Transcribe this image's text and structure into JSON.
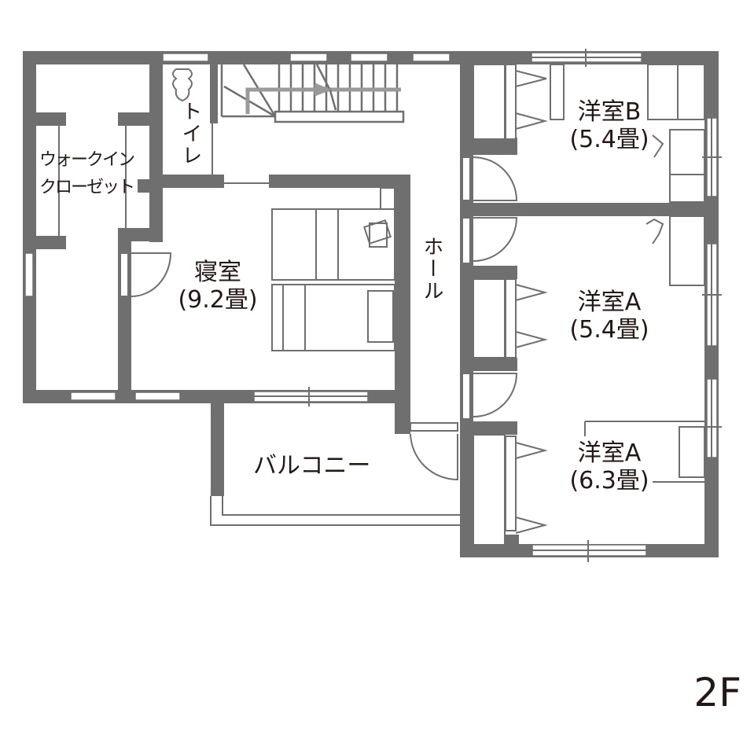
{
  "floor_label": "2F",
  "colors": {
    "wall": "#6f6f6f",
    "text": "#231815",
    "background": "#ffffff"
  },
  "rooms": {
    "walk_in_closet": {
      "line1": "ウォークイン",
      "line2": "クローゼット"
    },
    "toilet": {
      "name": "トイレ"
    },
    "bedroom": {
      "name": "寝室",
      "size": "(9.2畳)"
    },
    "hall": {
      "name": "ホール"
    },
    "western_room_b": {
      "name": "洋室B",
      "size": "(5.4畳)"
    },
    "western_room_a1": {
      "name": "洋室A",
      "size": "(5.4畳)"
    },
    "western_room_a2": {
      "name": "洋室A",
      "size": "(6.3畳)"
    },
    "balcony": {
      "name": "バルコニー"
    }
  }
}
